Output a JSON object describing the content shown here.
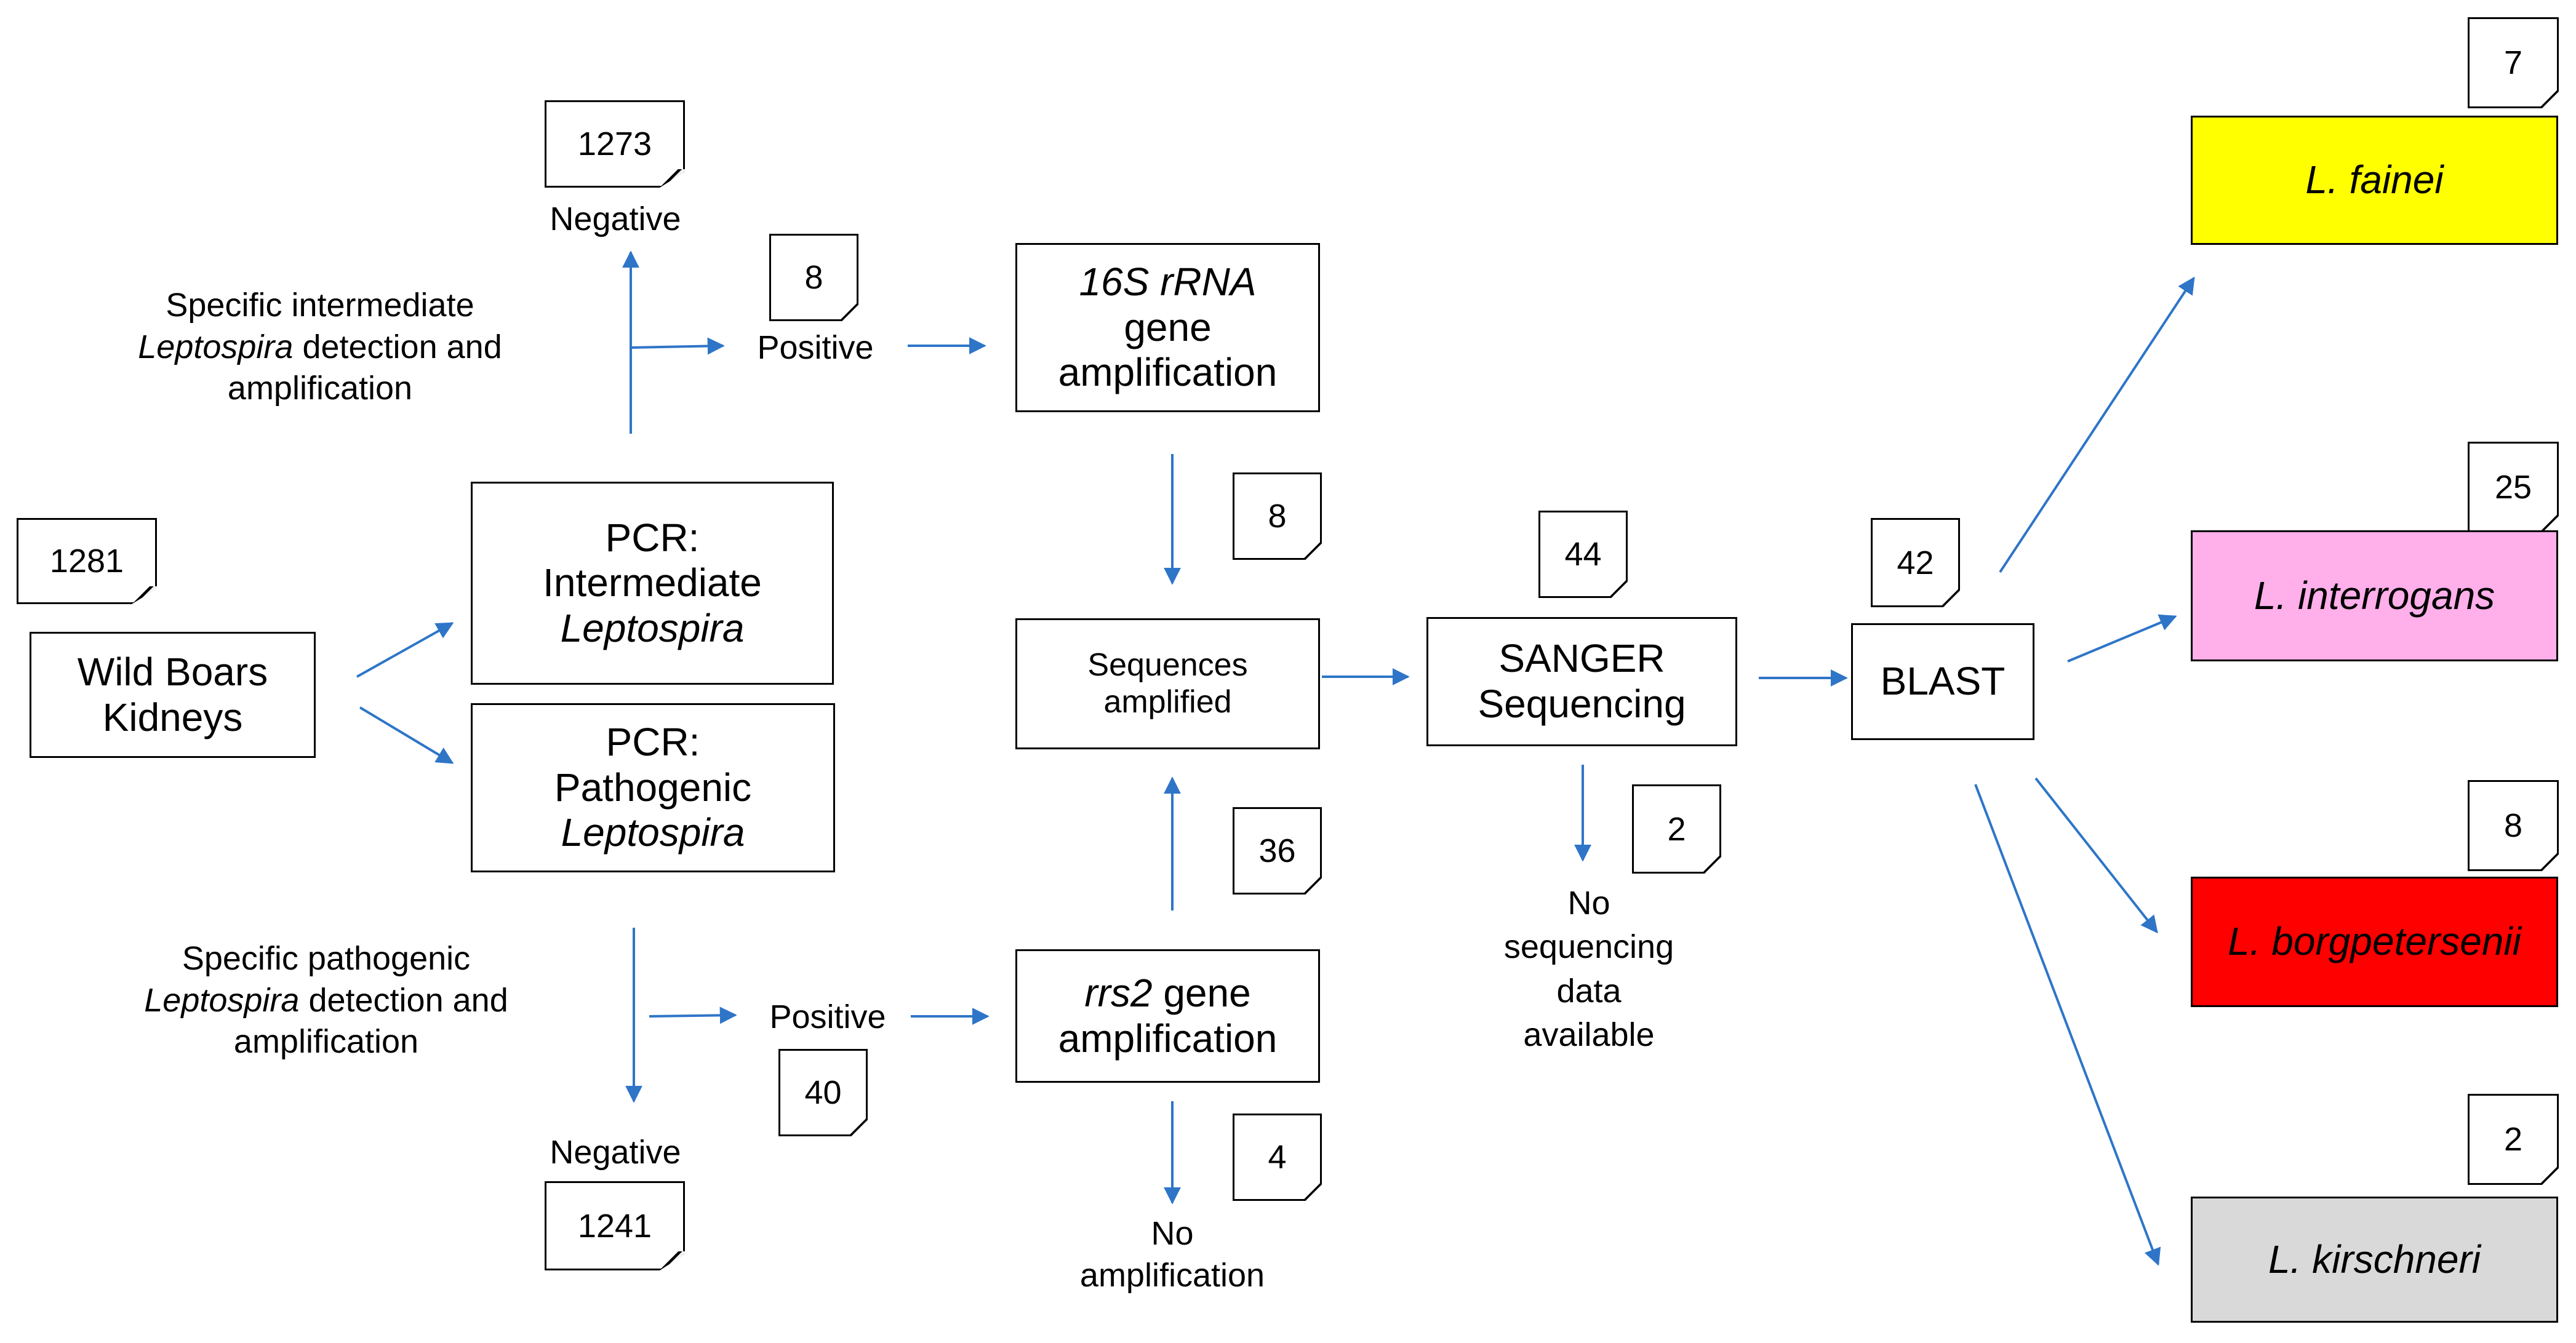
{
  "nodes": {
    "wild_boars": {
      "line1": "Wild Boars",
      "line2": "Kidneys",
      "count": "1281"
    },
    "pcr_intermediate": {
      "line1": "PCR:",
      "line2": "Intermediate",
      "line3": "Leptospira"
    },
    "pcr_pathogenic": {
      "line1": "PCR:",
      "line2": "Pathogenic",
      "line3": "Leptospira"
    },
    "rrna_16s": {
      "line1": "16S rRNA",
      "line2": "gene",
      "line3": "amplification"
    },
    "sequences": {
      "line1": "Sequences",
      "line2": "amplified"
    },
    "rrs2": {
      "italic": "rrs2",
      "rest": " gene",
      "line2": "amplification"
    },
    "sanger": {
      "line1": "SANGER",
      "line2": "Sequencing"
    },
    "blast": {
      "label": "BLAST"
    }
  },
  "branches": {
    "intermediate": {
      "pre": "Specific intermediate",
      "italic": "Leptospira",
      "post": " detection and",
      "line3": "amplification"
    },
    "pathogenic": {
      "pre": "Specific pathogenic",
      "italic": "Leptospira",
      "post": " detection and",
      "line3": "amplification"
    }
  },
  "labels": {
    "negative": "Negative",
    "positive": "Positive",
    "no_amplification_1": "No",
    "no_amplification_2": "amplification",
    "no_seq_1": "No",
    "no_seq_2": "sequencing",
    "no_seq_3": "data",
    "no_seq_4": "available"
  },
  "counts": {
    "negative_intermediate": "1273",
    "positive_intermediate": "8",
    "to_sequences_16s": "8",
    "to_sequences_rrs2": "36",
    "positive_pathogenic": "40",
    "negative_pathogenic": "1241",
    "no_amplification": "4",
    "sanger_input": "44",
    "no_sequencing": "2",
    "blast_input": "42"
  },
  "species": [
    {
      "name": "L. fainei",
      "count": "7",
      "color": "#ffff00"
    },
    {
      "name": "L. interrogans",
      "count": "25",
      "color": "#ffafea"
    },
    {
      "name": "L. borgpetersenii",
      "count": "8",
      "color": "#ff0000"
    },
    {
      "name": "L. kirschneri",
      "count": "2",
      "color": "#d9d9d9"
    }
  ],
  "colors": {
    "arrow": "#2e75c8"
  }
}
